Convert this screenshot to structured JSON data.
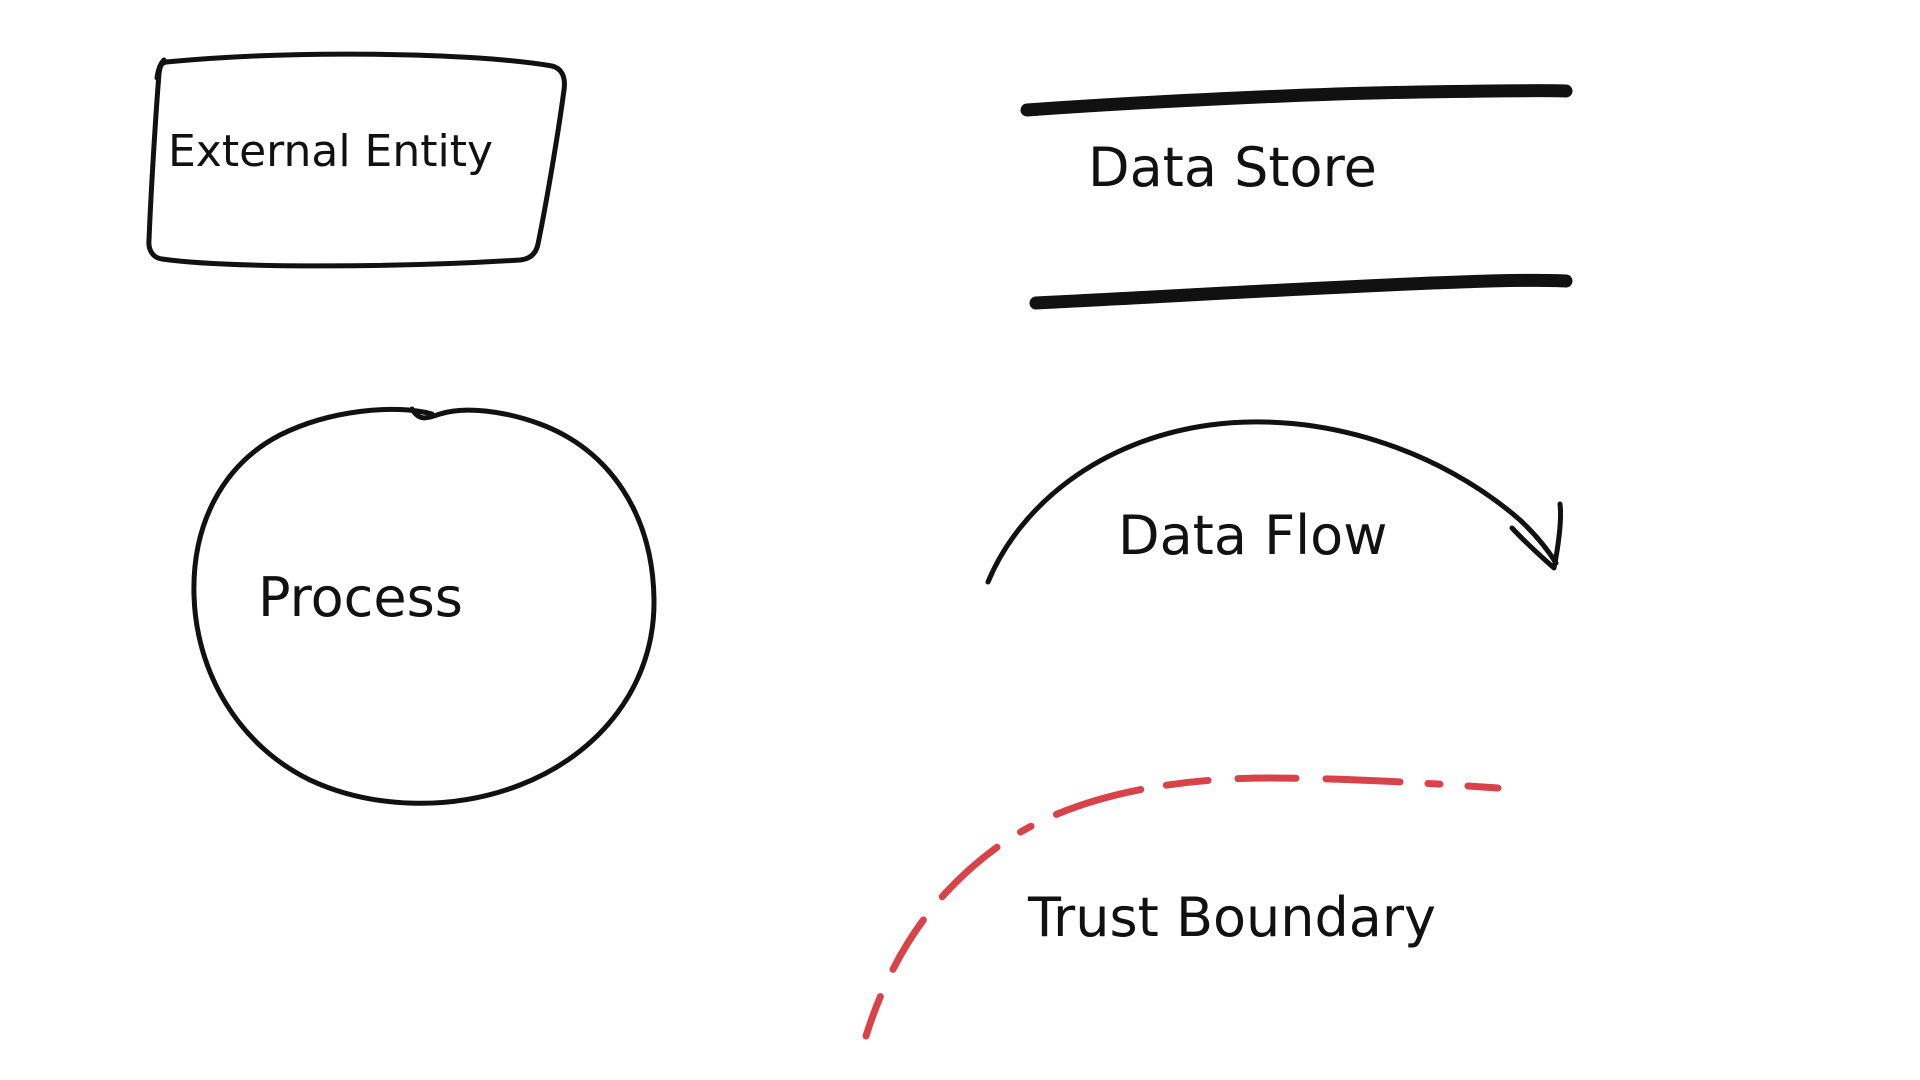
{
  "diagram": {
    "legend": {
      "external_entity": {
        "label": "External Entity",
        "symbol": "hand-drawn-rectangle"
      },
      "data_store": {
        "label": "Data Store",
        "symbol": "two-parallel-horizontal-lines"
      },
      "process": {
        "label": "Process",
        "symbol": "hand-drawn-circle"
      },
      "data_flow": {
        "label": "Data Flow",
        "symbol": "curved-arrow"
      },
      "trust_boundary": {
        "label": "Trust Boundary",
        "symbol": "red-dashed-curve"
      }
    },
    "colors": {
      "ink": "#111111",
      "boundary": "#d8434a",
      "background": "#ffffff"
    }
  }
}
